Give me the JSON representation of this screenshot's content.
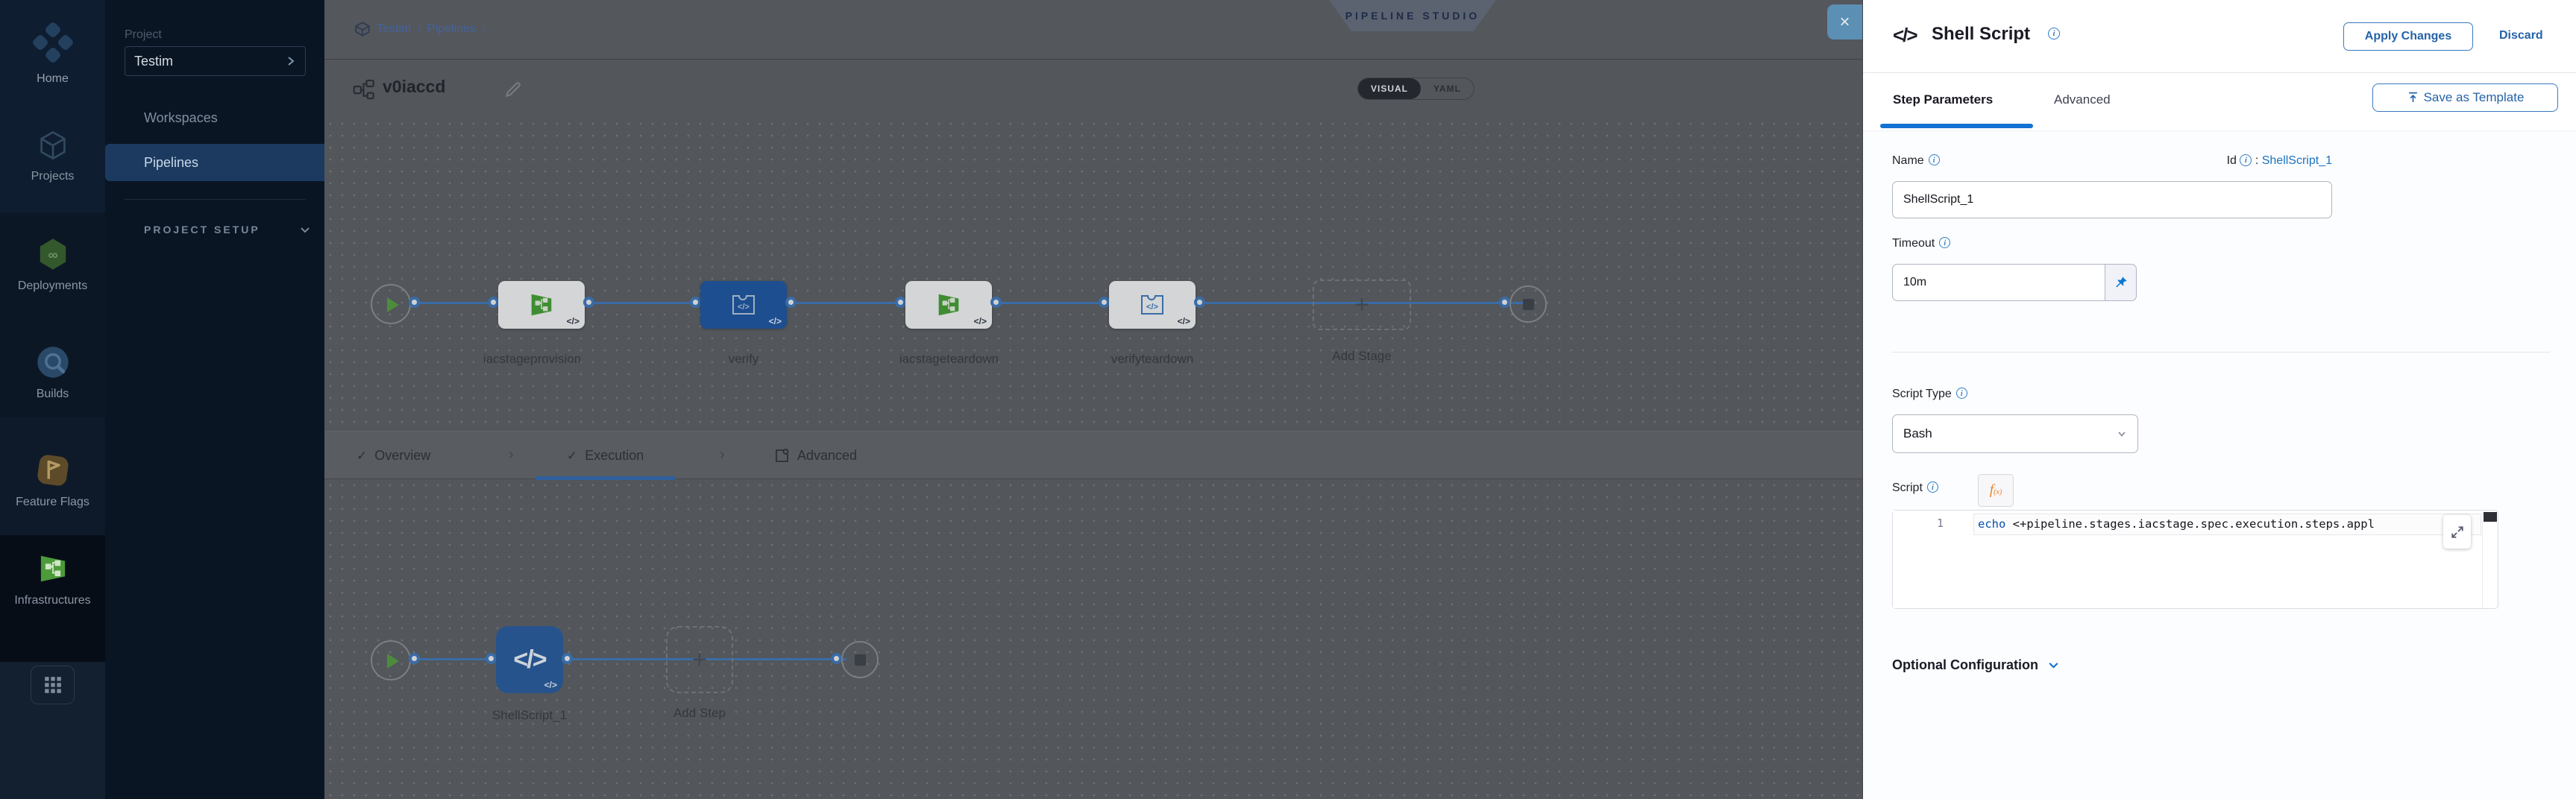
{
  "glyphs": {
    "close": "×",
    "check": "✓",
    "chevron_right": "›",
    "plus": "+",
    "code": "</>",
    "select_chevron": "›"
  },
  "module_nav": {
    "items": [
      {
        "label": "Home"
      },
      {
        "label": "Projects"
      },
      {
        "label": "Deployments"
      },
      {
        "label": "Builds"
      },
      {
        "label": "Feature Flags"
      },
      {
        "label": "Infrastructures"
      }
    ]
  },
  "project_sidebar": {
    "section_label": "Project",
    "project_name": "Testim",
    "items": [
      {
        "label": "Workspaces"
      },
      {
        "label": "Pipelines"
      }
    ],
    "setup_label": "PROJECT SETUP"
  },
  "header": {
    "breadcrumb": [
      {
        "label": "Testim"
      },
      {
        "label": "Pipelines"
      }
    ],
    "studio_badge": "PIPELINE STUDIO",
    "pipeline_name": "v0iaccd",
    "view_toggle": {
      "visual": "VISUAL",
      "yaml": "YAML",
      "selected": "VISUAL"
    }
  },
  "stage_graph": {
    "stages": [
      {
        "label": "iacstageprovision",
        "type": "infrastructure"
      },
      {
        "label": "verify",
        "type": "custom-selected"
      },
      {
        "label": "iacstageteardown",
        "type": "infrastructure"
      },
      {
        "label": "verifyteardown",
        "type": "custom"
      }
    ],
    "add_stage_label": "Add Stage"
  },
  "stage_tabs": {
    "overview": "Overview",
    "execution": "Execution",
    "advanced": "Advanced",
    "active": "Execution"
  },
  "execution_graph": {
    "step_label": "ShellScript_1",
    "add_step_label": "Add Step"
  },
  "drawer": {
    "title": "Shell Script",
    "apply_label": "Apply Changes",
    "discard_label": "Discard",
    "tabs": {
      "step_parameters": "Step Parameters",
      "advanced": "Advanced"
    },
    "save_as_template_label": "Save as Template",
    "name_label": "Name",
    "name_value": "ShellScript_1",
    "id_label": "Id",
    "id_separator": ":",
    "id_value": "ShellScript_1",
    "timeout_label": "Timeout",
    "timeout_value": "10m",
    "script_type_label": "Script Type",
    "script_type_value": "Bash",
    "script_label": "Script",
    "fx_f": "f",
    "fx_x": "(x)",
    "editor": {
      "line_number": "1",
      "code_keyword": "echo",
      "code_rest": " <+pipeline.stages.iacstage.spec.execution.steps.appl"
    },
    "optional_config_label": "Optional Configuration"
  },
  "colors": {
    "accent_blue": "#0278d5",
    "selected_node_blue": "#1d4e8f",
    "infra_green": "#4c9a39",
    "canvas_dim_gray": "#53565a",
    "sidebar_navy": "#0a1523"
  }
}
